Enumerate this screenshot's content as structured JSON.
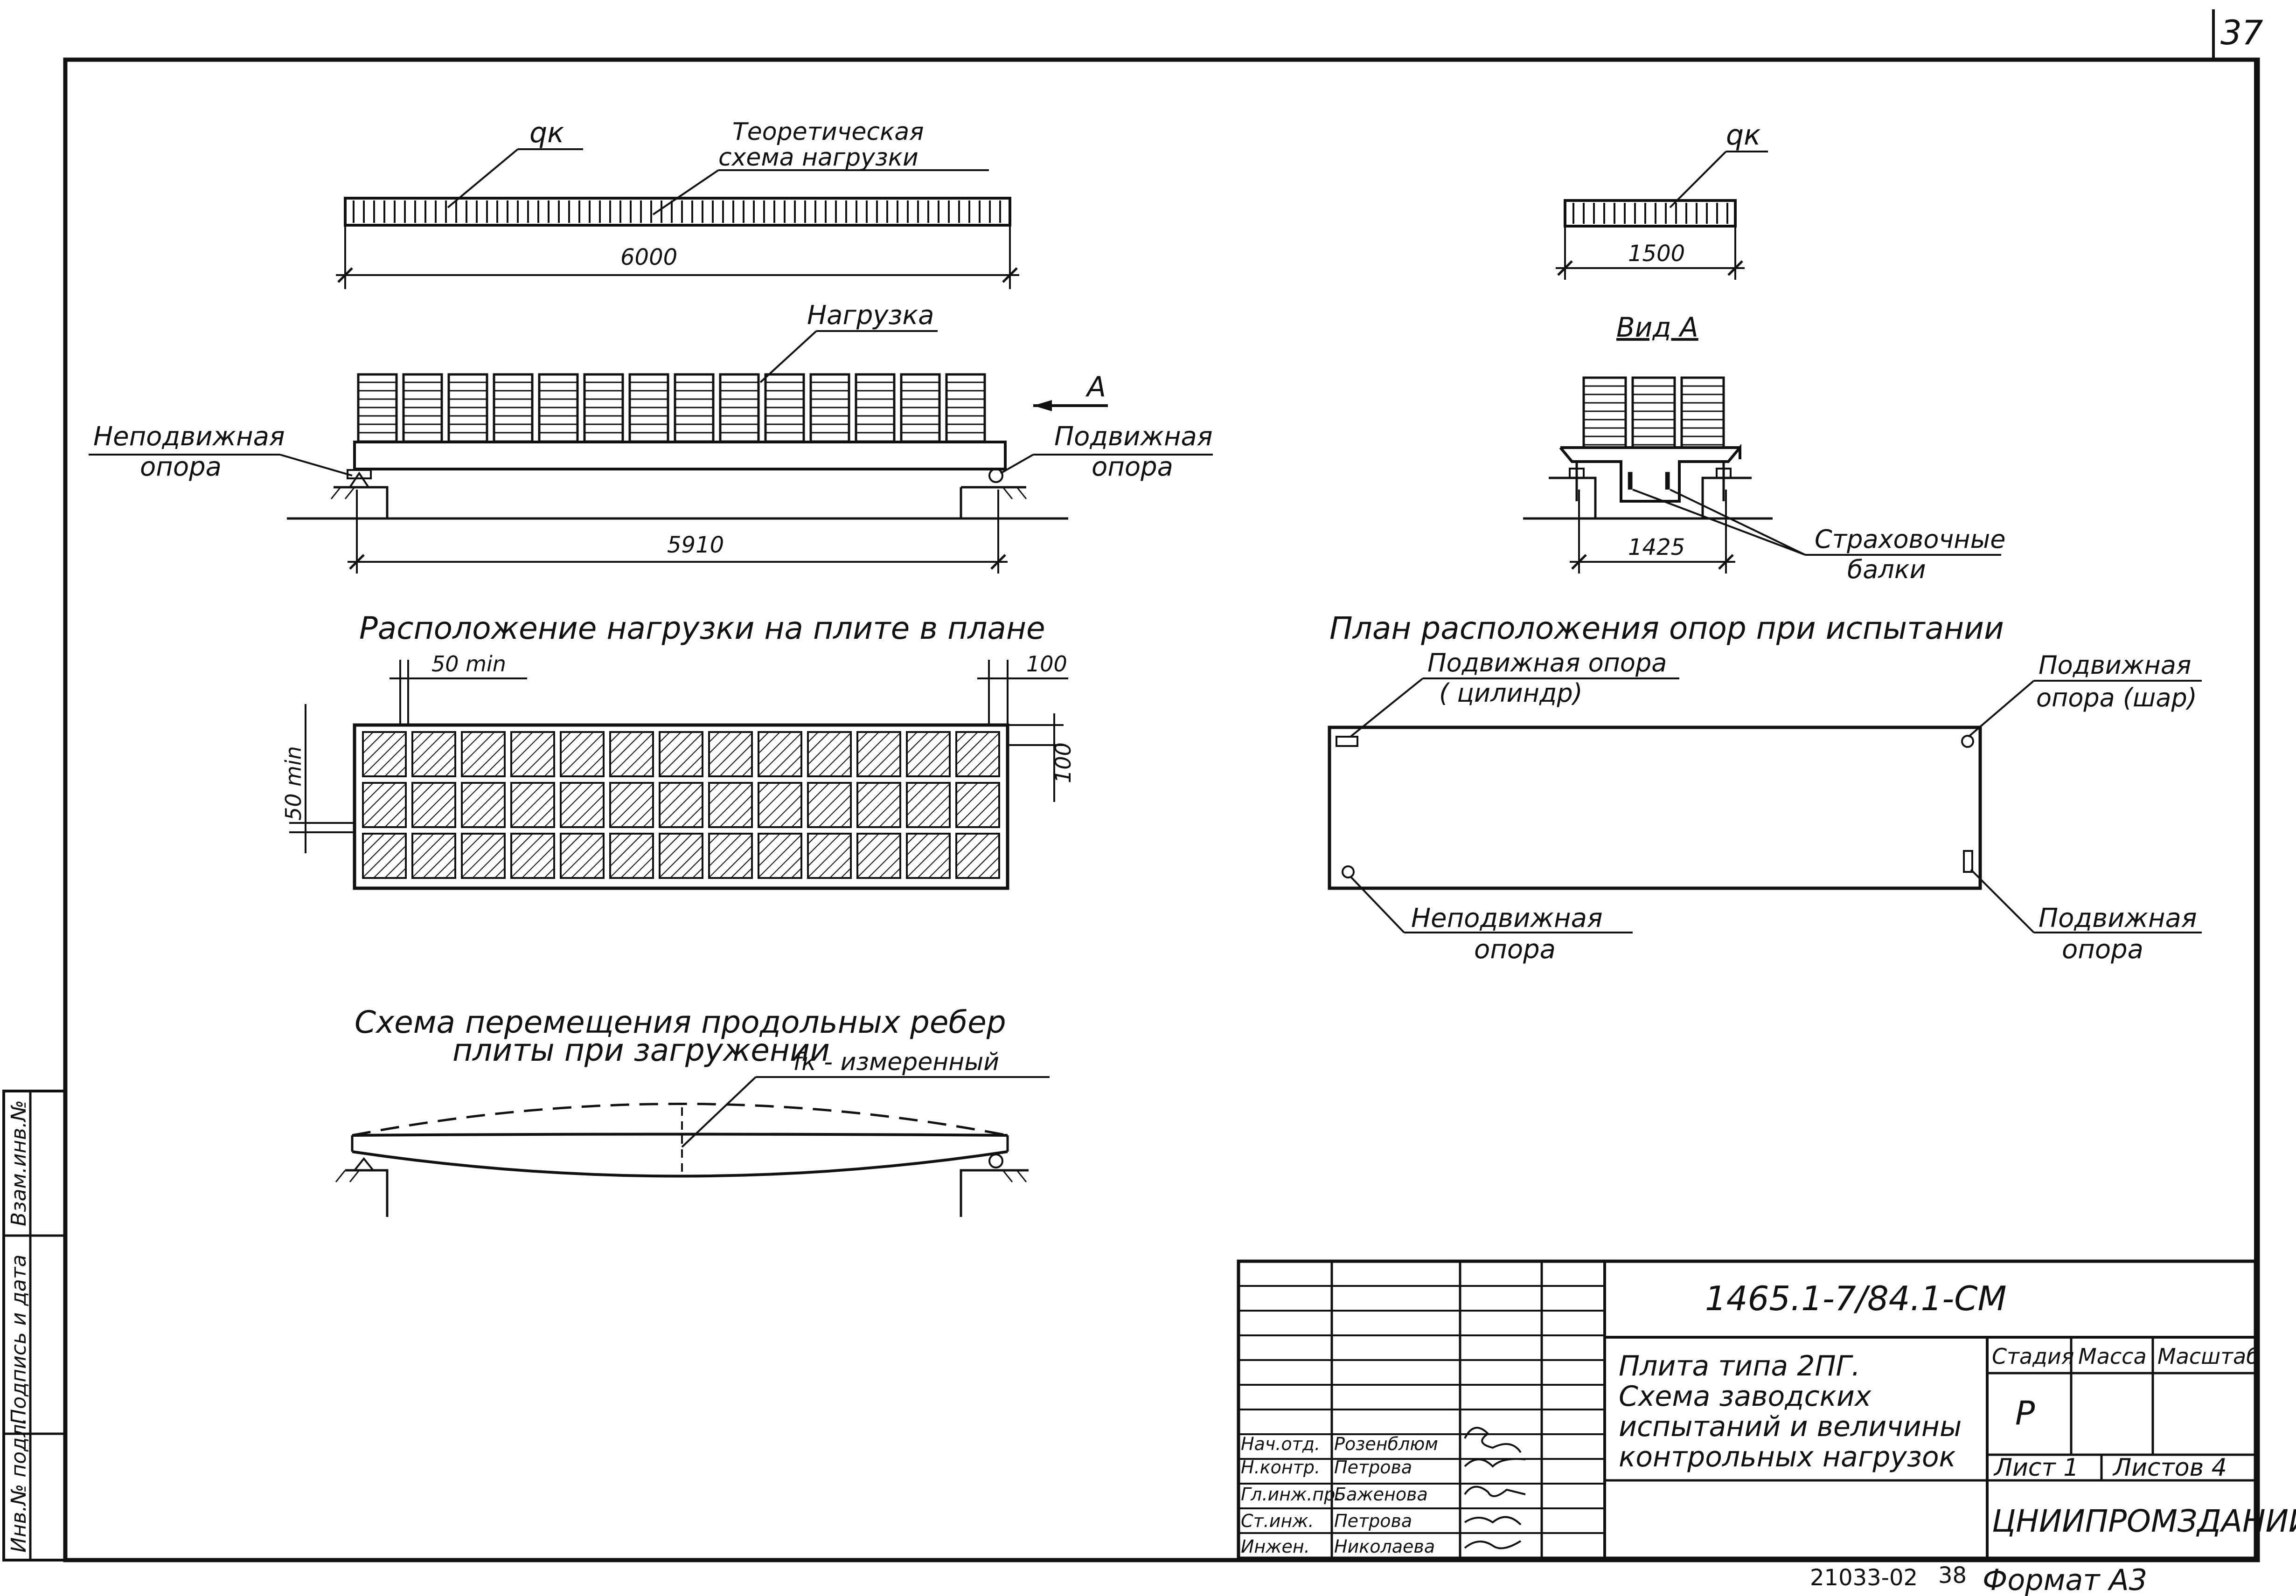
{
  "sheet_no": "37",
  "diagrams": {
    "theoretical": {
      "qk": "qк",
      "label_line1": "Теоретическая",
      "label_line2": "схема   нагрузки",
      "dim": "6000"
    },
    "side_view": {
      "load": "Нагрузка",
      "arrow": "А",
      "fixed_line1": "Неподвижная",
      "fixed_line2": "опора",
      "movable_line1": "Подвижная",
      "movable_line2": "опора",
      "dim": "5910"
    },
    "end_view": {
      "qk": "qк",
      "dim_top": "1500",
      "title": "Вид А",
      "dim_bottom": "1425",
      "safety_line1": "Страховочные",
      "safety_line2": "балки"
    },
    "plan_load": {
      "title": "Расположение   нагрузки  на  плите  в плане",
      "gap_top": "50 min",
      "gap_left": "50 min",
      "edge_top": "100",
      "edge_right": "100"
    },
    "supports_plan": {
      "title": "План    расположения  опор  при  испытании",
      "tl_line1": "Подвижная опора",
      "tl_line2": "( цилиндр)",
      "tr_line1": "Подвижная",
      "tr_line2": "опора  (шар)",
      "bl_line1": "Неподвижная",
      "bl_line2": "опора",
      "br_line1": "Подвижная",
      "br_line2": "опора"
    },
    "deflection": {
      "title_line1": "Схема  перемещения  продольных  ребер",
      "title_line2": "плиты  при  загружении",
      "label": "fк - измеренный"
    }
  },
  "title_block": {
    "code": "1465.1-7/84.1-СМ",
    "desc_lines": [
      "Плита  типа 2ПГ.",
      "Схема  заводских",
      "испытаний  и величины",
      "контрольных  нагрузок"
    ],
    "stage_label": "Стадия",
    "mass_label": "Масса",
    "scale_label": "Масштаб",
    "stage_value": "Р",
    "sheet_label": "Лист 1",
    "sheets_label": "Листов 4",
    "org": "ЦНИИПРОМЗДАНИЙ",
    "roles": [
      {
        "role": "Нач.отд.",
        "name": "Розенблюм"
      },
      {
        "role": "Н.контр.",
        "name": "Петрова"
      },
      {
        "role": "Гл.инж.пр.",
        "name": "Баженова"
      },
      {
        "role": "Ст.инж.",
        "name": "Петрова"
      },
      {
        "role": "Инжен.",
        "name": "Николаева"
      }
    ]
  },
  "side_stamp": [
    "Инв.№ подл.",
    "Подпись и дата",
    "Взам.инв.№"
  ],
  "footer": {
    "number": "21033-02",
    "page": "38",
    "format": "Формат  А3"
  }
}
